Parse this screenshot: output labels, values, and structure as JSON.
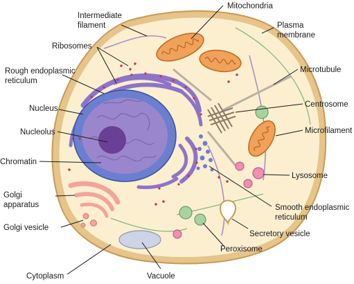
{
  "labels": {
    "intermediate_filament": [
      "Intermediate",
      "filament"
    ],
    "mitochondria": "Mitochondria",
    "plasma_membrane": [
      "Plasma",
      "membrane"
    ],
    "ribosomes": "Ribosomes",
    "rough_er": [
      "Rough endoplasmic",
      "reticulum"
    ],
    "microtubule": "Microtubule",
    "nucleus": "Nucleus",
    "centrosome": "Centrosome",
    "nucleolus": "Nucleolus",
    "microfilament": "Microfilament",
    "chromatin": "Chromatin",
    "lysosome": "Lysosome",
    "golgi_apparatus": [
      "Golgi",
      "apparatus"
    ],
    "smooth_er": [
      "Smooth endoplasmic",
      "reticulum"
    ],
    "golgi_vesicle": "Golgi vesicle",
    "secretory_vesicle": "Secretory vesicle",
    "peroxisome": "Peroxisome",
    "cytoplasm": "Cytoplasm",
    "vacuole": "Vacuole"
  },
  "colors": {
    "cytoplasm": "#fbefd0",
    "membrane": "#e6c48a",
    "nucleus_envelope": "#6a7fcf",
    "nucleus": "#9a86cc",
    "nucleolus": "#6a3f96",
    "rough_er": "#8d74c8",
    "mitochondria": "#f0a15a",
    "golgi": "#f4a39a",
    "lysosome": "#ee8fb4",
    "peroxisome": "#a8d3a0",
    "vacuole": "#cdd4e6"
  }
}
